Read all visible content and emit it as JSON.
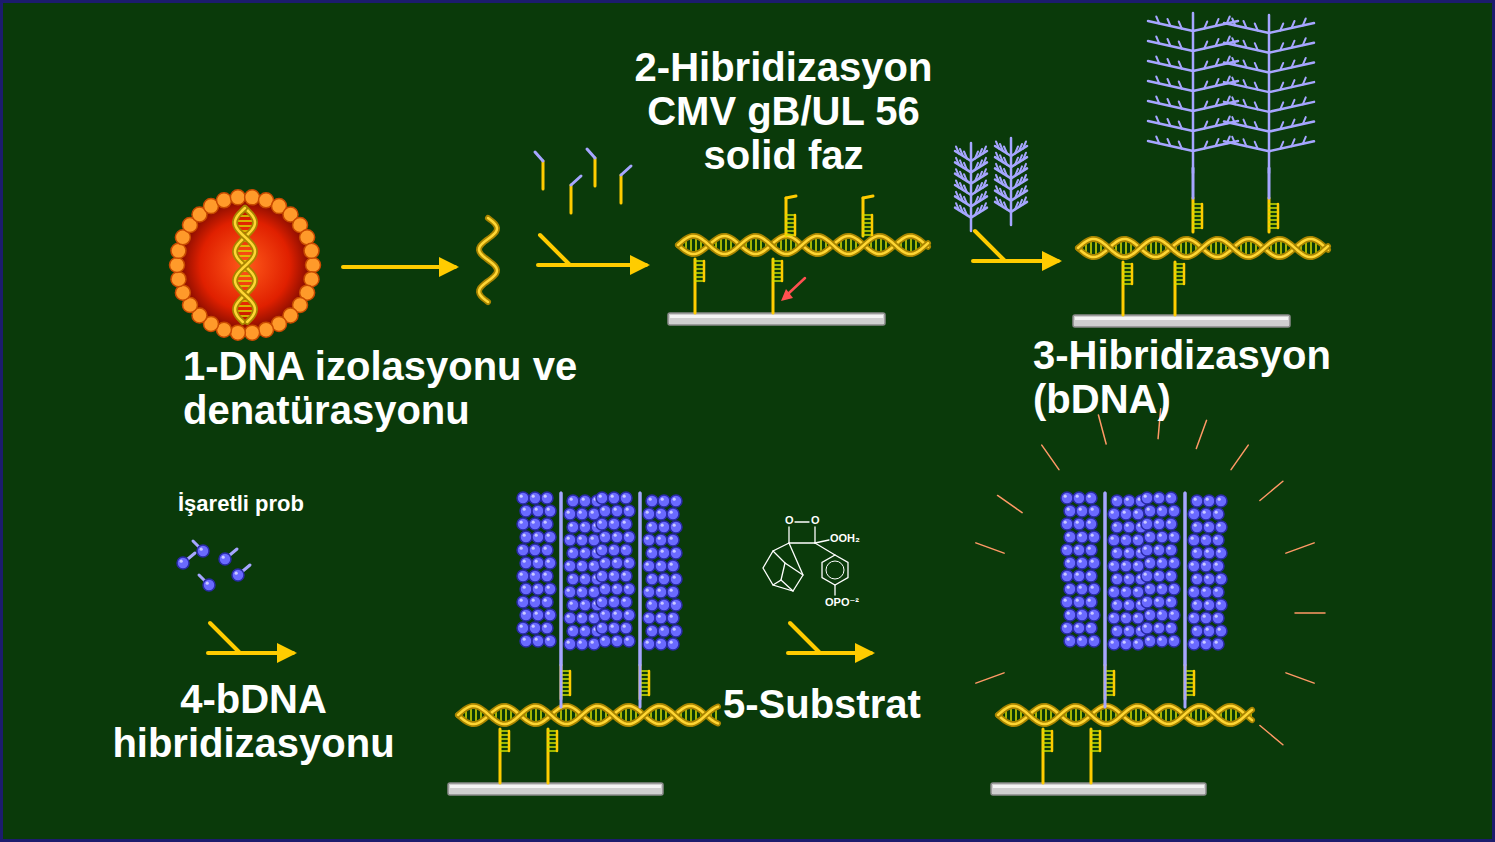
{
  "diagram": {
    "labels": [
      "1-DNA izolasyonu ve denatürasyonu",
      "2-Hibridizasyon CMV gB/UL 56 solid faz",
      "3-Hibridizasyon (bDNA)",
      "İşaretli prob",
      "4-bDNA hibridizasyonu",
      "5-Substrat",
      "O",
      "O",
      "OOH₂",
      "OPO⁻²"
    ]
  }
}
